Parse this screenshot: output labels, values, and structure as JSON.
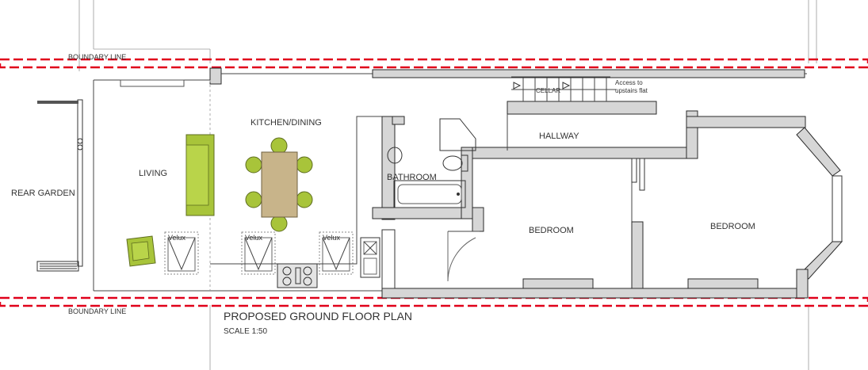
{
  "plan": {
    "title": "PROPOSED GROUND FLOOR PLAN",
    "scale": "SCALE 1:50",
    "boundary_top": "BOUNDARY LINE",
    "boundary_bottom": "BOUNDARY LINE",
    "rooms": {
      "rear_garden": "REAR GARDEN",
      "living": "LIVING",
      "kitchen": "KITCHEN/DINING",
      "bathroom": "BATHROOM",
      "hallway": "HALLWAY",
      "bedroom_1": "BEDROOM",
      "bedroom_2": "BEDROOM",
      "cellar": "CELLAR"
    },
    "notes": {
      "access_line1": "Access to",
      "access_line2": "upstairs flat"
    },
    "velux": [
      "Velux",
      "Velux",
      "Velux"
    ],
    "colors": {
      "boundary": "#e0001a",
      "furniture": "#a8c43a",
      "table": "#c8b48a",
      "wall_fill": "#d6d6d6"
    }
  }
}
